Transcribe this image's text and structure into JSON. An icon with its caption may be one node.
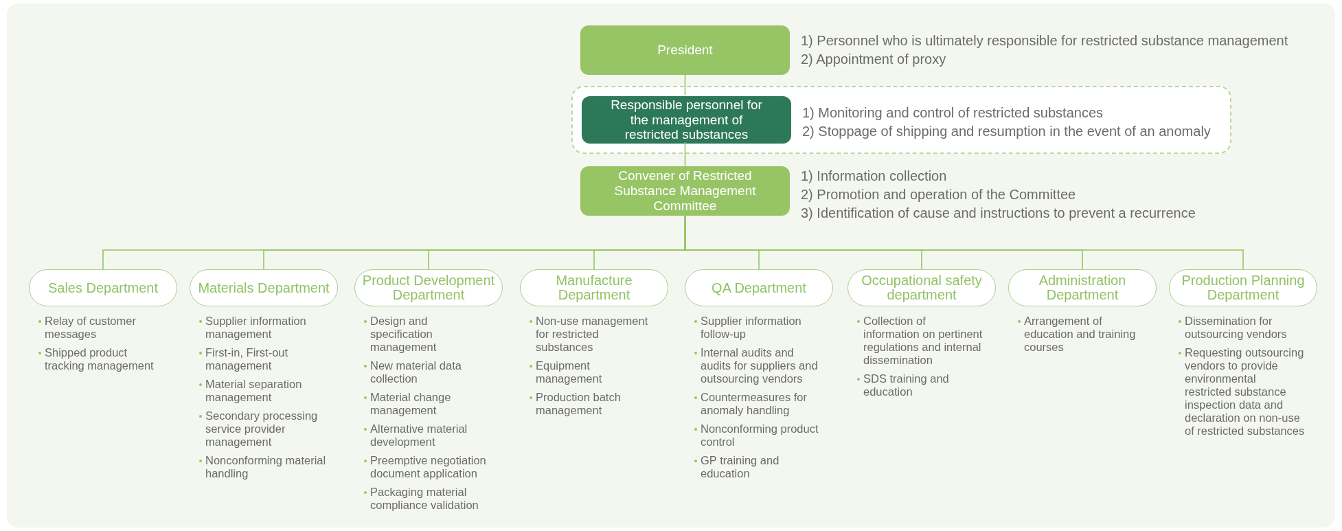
{
  "diagram": {
    "nodes": [
      {
        "text": [
          "President"
        ],
        "beside": [
          "1) Personnel who is ultimately responsible for restricted substance management",
          "2) Appointment of proxy"
        ]
      },
      {
        "text": [],
        "shape": "box"
      },
      {
        "text": [
          "Responsible personnel for the management of restricted substances"
        ],
        "in": 1,
        "beside": [
          "1) Monitoring and control of restricted substances",
          "2) Stoppage of shipping and resumption in the event of an anomaly"
        ]
      },
      {
        "text": [
          "Convener of Restricted Substance Management Committee"
        ],
        "beside": [
          "1) Information collection",
          "2) Promotion and operation of the Committee",
          "3) Identification of cause and instructions to prevent a recurrence"
        ]
      },
      {
        "text": [
          "Sales Department"
        ],
        "beside": [
          "Relay of customer messages",
          "Shipped product tracking management"
        ]
      },
      {
        "text": [
          "Materials Department"
        ],
        "beside": [
          "Supplier information management",
          "First-in, First-out management",
          "Material separation management",
          "Secondary processing service provider management",
          "Nonconforming material handling"
        ]
      },
      {
        "text": [
          "Product Development Department"
        ],
        "beside": [
          "Design and specification management",
          "New material data collection",
          "Material change management",
          "Alternative material development",
          "Preemptive negotiation document application",
          "Packaging material compliance validation"
        ]
      },
      {
        "text": [
          "Manufacture Department"
        ],
        "beside": [
          "Non-use management for restricted substances",
          "Equipment management",
          "Production batch management"
        ]
      },
      {
        "text": [
          "QA Department"
        ],
        "beside": [
          "Supplier information follow-up",
          "Internal audits and audits for suppliers and outsourcing vendors",
          "Countermeasures for anomaly handling",
          "Nonconforming product control",
          "GP training and education"
        ]
      },
      {
        "text": [
          "Occupational safety department"
        ],
        "beside": [
          "Collection of information on pertinent regulations and internal dissemination",
          "SDS training and education"
        ]
      },
      {
        "text": [
          "Administration Department"
        ],
        "beside": [
          "Arrangement of education and training courses"
        ]
      },
      {
        "text": [
          "Production Planning Department"
        ],
        "beside": [
          "Dissemination for outsourcing vendors",
          "Requesting outsourcing vendors to provide environmental restricted substance inspection data and declaration on non-use of restricted substances"
        ]
      }
    ],
    "edges": [
      {
        "from": 0,
        "to": 2,
        "arrow": "none"
      },
      {
        "from": 2,
        "to": 3,
        "arrow": "none"
      },
      {
        "from": 3,
        "to": 4,
        "arrow": "none"
      },
      {
        "from": 3,
        "to": 5,
        "arrow": "none"
      },
      {
        "from": 3,
        "to": 6,
        "arrow": "none"
      },
      {
        "from": 3,
        "to": 7,
        "arrow": "none"
      },
      {
        "from": 3,
        "to": 8,
        "arrow": "none"
      },
      {
        "from": 3,
        "to": 9,
        "arrow": "none"
      },
      {
        "from": 3,
        "to": 10,
        "arrow": "none"
      },
      {
        "from": 3,
        "to": 11,
        "arrow": "none"
      }
    ]
  }
}
